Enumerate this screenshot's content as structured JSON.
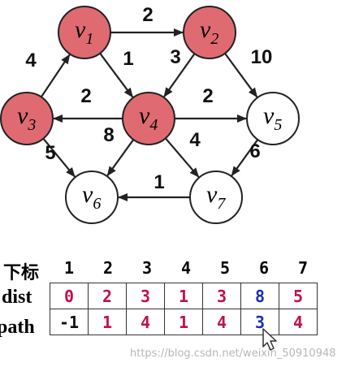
{
  "graph": {
    "nodes": [
      {
        "id": "v1",
        "base": "v",
        "sub": "1",
        "visited": true
      },
      {
        "id": "v2",
        "base": "v",
        "sub": "2",
        "visited": true
      },
      {
        "id": "v3",
        "base": "v",
        "sub": "3",
        "visited": true
      },
      {
        "id": "v4",
        "base": "v",
        "sub": "4",
        "visited": true
      },
      {
        "id": "v5",
        "base": "v",
        "sub": "5",
        "visited": false
      },
      {
        "id": "v6",
        "base": "v",
        "sub": "6",
        "visited": false
      },
      {
        "id": "v7",
        "base": "v",
        "sub": "7",
        "visited": false
      }
    ],
    "edges": [
      {
        "from": "v1",
        "to": "v2",
        "weight": "2"
      },
      {
        "from": "v1",
        "to": "v4",
        "weight": "1"
      },
      {
        "from": "v3",
        "to": "v1",
        "weight": "4"
      },
      {
        "from": "v2",
        "to": "v4",
        "weight": "3"
      },
      {
        "from": "v2",
        "to": "v5",
        "weight": "10"
      },
      {
        "from": "v4",
        "to": "v3",
        "weight": "2"
      },
      {
        "from": "v4",
        "to": "v5",
        "weight": "2"
      },
      {
        "from": "v4",
        "to": "v6",
        "weight": "8"
      },
      {
        "from": "v4",
        "to": "v7",
        "weight": "4"
      },
      {
        "from": "v3",
        "to": "v6",
        "weight": "5"
      },
      {
        "from": "v5",
        "to": "v7",
        "weight": "6"
      },
      {
        "from": "v7",
        "to": "v6",
        "weight": "1"
      }
    ],
    "colors": {
      "visited_fill": "#e06a72",
      "unvisited_fill": "#ffffff",
      "stroke": "#222222"
    }
  },
  "table": {
    "index_label": "下标",
    "indices": [
      "1",
      "2",
      "3",
      "4",
      "5",
      "6",
      "7"
    ],
    "dist_label": "dist",
    "dist": [
      {
        "v": "0",
        "color": "red"
      },
      {
        "v": "2",
        "color": "red"
      },
      {
        "v": "3",
        "color": "red"
      },
      {
        "v": "1",
        "color": "red"
      },
      {
        "v": "3",
        "color": "red"
      },
      {
        "v": "8",
        "color": "blue"
      },
      {
        "v": "5",
        "color": "red"
      }
    ],
    "path_label": "path",
    "path": [
      {
        "v": "-1",
        "color": "dark"
      },
      {
        "v": "1",
        "color": "red"
      },
      {
        "v": "4",
        "color": "red"
      },
      {
        "v": "1",
        "color": "red"
      },
      {
        "v": "4",
        "color": "red"
      },
      {
        "v": "3",
        "color": "blue"
      },
      {
        "v": "4",
        "color": "red"
      }
    ]
  },
  "watermark": "https://blog.csdn.net/weixin_50910948",
  "cursor_icon": "mouse-pointer-icon"
}
